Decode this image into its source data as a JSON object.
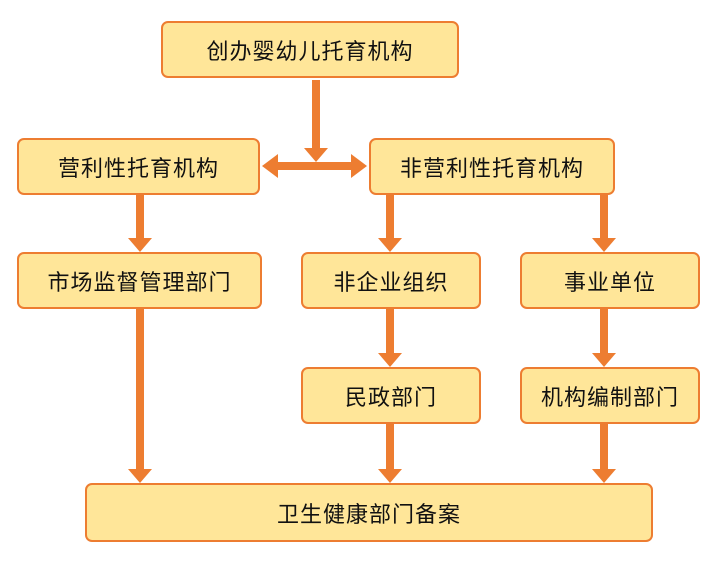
{
  "diagram": {
    "nodes": {
      "root": "创办婴幼儿托育机构",
      "profit": "营利性托育机构",
      "nonprofit": "非营利性托育机构",
      "market_regulation": "市场监督管理部门",
      "non_enterprise_org": "非企业组织",
      "public_institution": "事业单位",
      "civil_affairs": "民政部门",
      "staffing_dept": "机构编制部门",
      "health_filing": "卫生健康部门备案"
    },
    "edges": [
      {
        "from": "root",
        "to": "profit-nonprofit-link"
      },
      {
        "from": "profit",
        "to": "nonprofit",
        "bidirectional": true
      },
      {
        "from": "profit",
        "to": "market_regulation"
      },
      {
        "from": "nonprofit",
        "to": "non_enterprise_org"
      },
      {
        "from": "nonprofit",
        "to": "public_institution"
      },
      {
        "from": "non_enterprise_org",
        "to": "civil_affairs"
      },
      {
        "from": "public_institution",
        "to": "staffing_dept"
      },
      {
        "from": "market_regulation",
        "to": "health_filing"
      },
      {
        "from": "civil_affairs",
        "to": "health_filing"
      },
      {
        "from": "staffing_dept",
        "to": "health_filing"
      }
    ],
    "colors": {
      "node_fill": "#FFE699",
      "node_border": "#ED7D31",
      "arrow": "#ED7D31",
      "text": "#111111"
    }
  }
}
